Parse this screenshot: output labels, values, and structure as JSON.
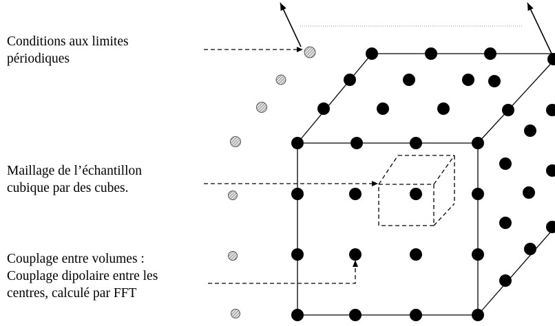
{
  "labels": {
    "periodic": [
      "Conditions aux limites",
      "périodiques"
    ],
    "mesh": [
      "Maillage de l’échantillon",
      "cubique par des cubes."
    ],
    "coupling": [
      "Couplage entre volumes :",
      "Couplage dipolaire entre les",
      "centres, calculé par FFT"
    ]
  },
  "colors": {
    "ink": "#000000",
    "background": "#ffffff",
    "hatched_dot_fill": "#e4e4e4",
    "dotted_line": "#8a8a8a"
  },
  "icons": {
    "lattice_site": "solid-black-dot",
    "periodic_image": "hatched-circle",
    "pointer": "dashed-arrow"
  }
}
